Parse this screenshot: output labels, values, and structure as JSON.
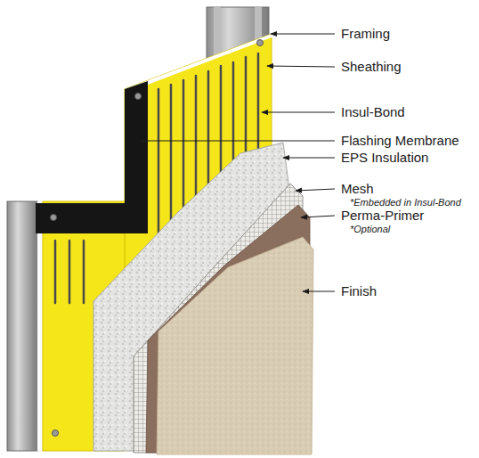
{
  "diagram": {
    "labels": [
      "Framing",
      "Sheathing",
      "Insul-Bond",
      "Flashing Membrane",
      "EPS Insulation",
      "Mesh",
      "*Embedded in Insul-Bond",
      "Perma-Primer",
      "*Optional",
      "Finish"
    ]
  }
}
